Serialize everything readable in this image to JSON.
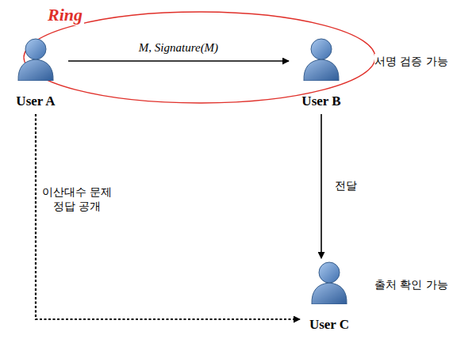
{
  "diagram": {
    "nodes": [
      {
        "text": [
          "Ring"
        ]
      },
      {
        "text": [
          "User A"
        ],
        "in": 0
      },
      {
        "text": [
          "User B"
        ],
        "in": 0
      },
      {
        "text": [
          "User C"
        ]
      }
    ],
    "edges": [
      {
        "from": 1,
        "to": 2,
        "arrow": "to",
        "label": "M, Signature(M)"
      },
      {
        "from": 2,
        "to": 3,
        "arrow": "to",
        "label": "전달"
      },
      {
        "from": 1,
        "to": 3,
        "arrow": "to",
        "label": "이산대수 문제 정답 공개"
      }
    ],
    "labels": [
      "서명 검증 가능",
      "출처 확인 가능"
    ]
  }
}
